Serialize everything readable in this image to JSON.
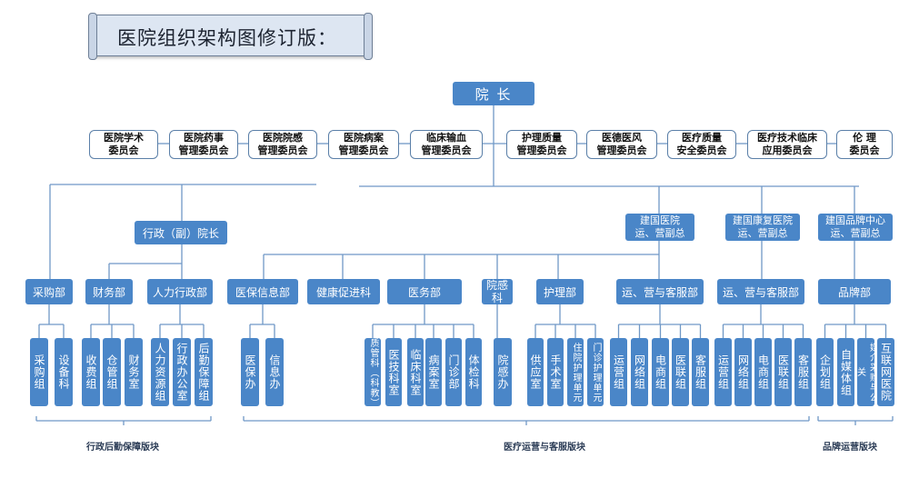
{
  "title": "医院组织架构图修订版：",
  "president": "院 长",
  "committees": [
    "医院学术\n委员会",
    "医院药事\n管理委员会",
    "医院院感\n管理委员会",
    "医院病案\n管理委员会",
    "临床输血\n管理委员会",
    "护理质量\n管理委员会",
    "医德医风\n管理委员会",
    "医疗质量\n安全委员会",
    "医疗技术临床\n应用委员会",
    "伦 理\n委员会"
  ],
  "vice_president_admin": "行政（副）院长",
  "deputy_managers": [
    "建国医院\n运、营副总",
    "建国康复医院\n运、营副总",
    "建国品牌中心\n运、营副总"
  ],
  "departments": [
    {
      "name": "采购部",
      "units": [
        "采购组",
        "设备科"
      ]
    },
    {
      "name": "财务部",
      "units": [
        "收费组",
        "仓管组",
        "财务室"
      ]
    },
    {
      "name": "人力行政部",
      "units": [
        "人力资源组",
        "行政办公室",
        "后勤保障组"
      ]
    },
    {
      "name": "医保信息部",
      "units": [
        "医保办",
        "信息办"
      ]
    },
    {
      "name": "健康促进科",
      "units": []
    },
    {
      "name": "医务部",
      "units": [
        "质管科（科教）",
        "医技科室",
        "临床科室",
        "病案室",
        "门诊部",
        "体检科"
      ]
    },
    {
      "name": "院感科",
      "units": [
        "院感办"
      ]
    },
    {
      "name": "护理部",
      "units": [
        "供应室",
        "手术室",
        "住院护理单元",
        "门诊护理单元"
      ]
    },
    {
      "name": "运、营与客服部",
      "units": [
        "运营组",
        "网络组",
        "电商组",
        "医联组",
        "客服组"
      ]
    },
    {
      "name": "运、营与客服部",
      "units": [
        "运营组",
        "网络组",
        "电商组",
        "医联组",
        "客服组"
      ]
    },
    {
      "name": "品牌部",
      "units": [
        "企划组",
        "自媒体组",
        "媒介采购与公关",
        "互联网医院"
      ]
    }
  ],
  "sections": [
    "行政后勤保障版块",
    "医疗运营与客服版块",
    "品牌运营版块"
  ],
  "colors": {
    "fill": "#4a86c8",
    "line": "#6f98c6",
    "outline": "#5a7fa8"
  }
}
